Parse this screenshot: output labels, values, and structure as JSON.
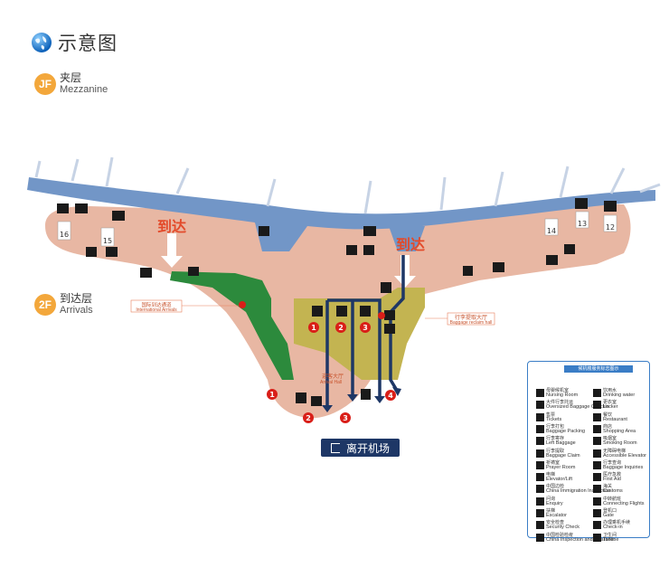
{
  "header": {
    "title": "示意图",
    "globe_icon": "globe-icon"
  },
  "floors": {
    "mezzanine": {
      "badge": "JF",
      "cn": "夹层",
      "en": "Mezzanine"
    },
    "arrivals": {
      "badge": "2F",
      "cn": "到达层",
      "en": "Arrivals"
    }
  },
  "map": {
    "arrive_left": "到达",
    "arrive_right": "到达",
    "intl_arrivals": "国际到达通道",
    "intl_arrivals_en": "International Arrivals",
    "baggage_hall": "行李提取大厅",
    "baggage_hall_en": "Baggage reclaim hall",
    "arrival_hall": "迎客大厅",
    "arrival_hall_en": "Arrival Hall",
    "gates": [
      "16",
      "15",
      "14",
      "13",
      "12"
    ],
    "exit_numbers_top": [
      "1",
      "2",
      "3"
    ],
    "exit_numbers_bottom": [
      "1",
      "2",
      "3",
      "4"
    ],
    "exit_button": "离开机场",
    "colors": {
      "terminal": "#e8b7a3",
      "pier": "#7296c7",
      "green": "#2c8a3c",
      "olive": "#c3b451",
      "red": "#d91e18",
      "navy": "#1e3766"
    }
  },
  "legend": {
    "title": "候机楼服务标志图示",
    "items_left": [
      {
        "cn": "母婴候机室",
        "en": "Nursing Room"
      },
      {
        "cn": "大件行李托运",
        "en": "Oversized Baggage Checkin"
      },
      {
        "cn": "售票",
        "en": "Tickets"
      },
      {
        "cn": "行李打包",
        "en": "Baggage Packing"
      },
      {
        "cn": "行李寄存",
        "en": "Left Baggage"
      },
      {
        "cn": "行李提取",
        "en": "Baggage Claim"
      },
      {
        "cn": "祈祷室",
        "en": "Prayer Room"
      },
      {
        "cn": "电梯",
        "en": "Elevator/Lift"
      },
      {
        "cn": "中国边检",
        "en": "China Immigration Inspection"
      },
      {
        "cn": "问询",
        "en": "Enquiry"
      },
      {
        "cn": "扶梯",
        "en": "Escalator"
      },
      {
        "cn": "安全检查",
        "en": "Security Check"
      },
      {
        "cn": "中国检验检疫",
        "en": "China Inspection and Quarantine"
      }
    ],
    "items_right": [
      {
        "cn": "饮用水",
        "en": "Drinking water"
      },
      {
        "cn": "更衣室",
        "en": "Locker"
      },
      {
        "cn": "餐饮",
        "en": "Restaurant"
      },
      {
        "cn": "商店",
        "en": "Shopping Area"
      },
      {
        "cn": "吸烟室",
        "en": "Smoking Room"
      },
      {
        "cn": "无障碍电梯",
        "en": "Accessible Elevator"
      },
      {
        "cn": "行李查询",
        "en": "Baggage Inquiries"
      },
      {
        "cn": "医疗急救",
        "en": "First Aid"
      },
      {
        "cn": "海关",
        "en": "Customs"
      },
      {
        "cn": "中转航班",
        "en": "Connecting Flights"
      },
      {
        "cn": "登机口",
        "en": "Gate"
      },
      {
        "cn": "办理乘机手续",
        "en": "Check-in"
      },
      {
        "cn": "卫生间",
        "en": "Toilet"
      }
    ]
  }
}
